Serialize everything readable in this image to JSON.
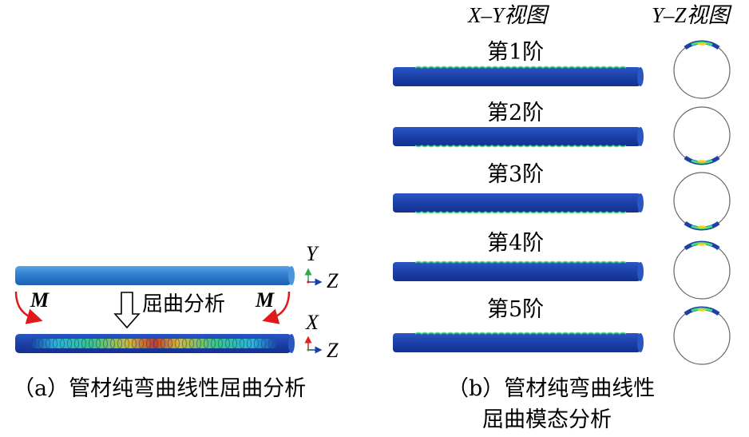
{
  "panel_a": {
    "moment_left": "M",
    "moment_right": "M",
    "analysis_label": "屈曲分析",
    "axis_top": {
      "vertical": "Y",
      "horizontal": "Z"
    },
    "axis_bottom": {
      "vertical": "X",
      "horizontal": "Z"
    },
    "caption": "（a）管材纯弯曲线性屈曲分析"
  },
  "panel_b": {
    "col_xy": "X–Y视图",
    "col_yz": "Y–Z视图",
    "modes": [
      {
        "label": "第1阶"
      },
      {
        "label": "第2阶"
      },
      {
        "label": "第3阶"
      },
      {
        "label": "第4阶"
      },
      {
        "label": "第5阶"
      }
    ],
    "caption_line1": "（b）管材纯弯曲线性",
    "caption_line2": "屈曲模态分析"
  },
  "colors": {
    "tube_light": "#2f7fd0",
    "tube_dark": "#1b3fa8",
    "moment_arrow": "#e0191c",
    "stress_mid": "#2ee06a",
    "stress_high": "#e03a12"
  }
}
